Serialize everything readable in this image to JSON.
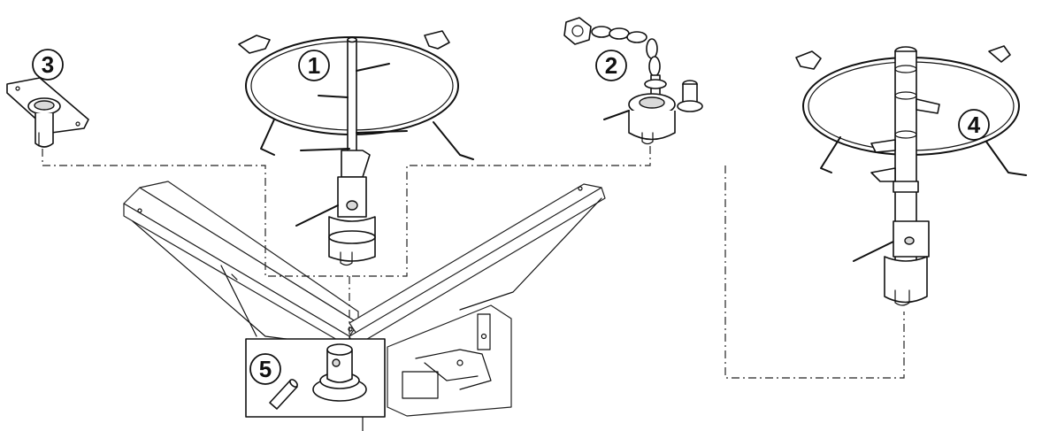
{
  "diagram": {
    "callouts": [
      {
        "id": "1",
        "label": "1"
      },
      {
        "id": "2",
        "label": "2"
      },
      {
        "id": "3",
        "label": "3"
      },
      {
        "id": "4",
        "label": "4"
      },
      {
        "id": "5",
        "label": "5"
      }
    ],
    "colors": {
      "line": "#111111",
      "background": "#ffffff",
      "shade": "#d9d9d9"
    }
  }
}
